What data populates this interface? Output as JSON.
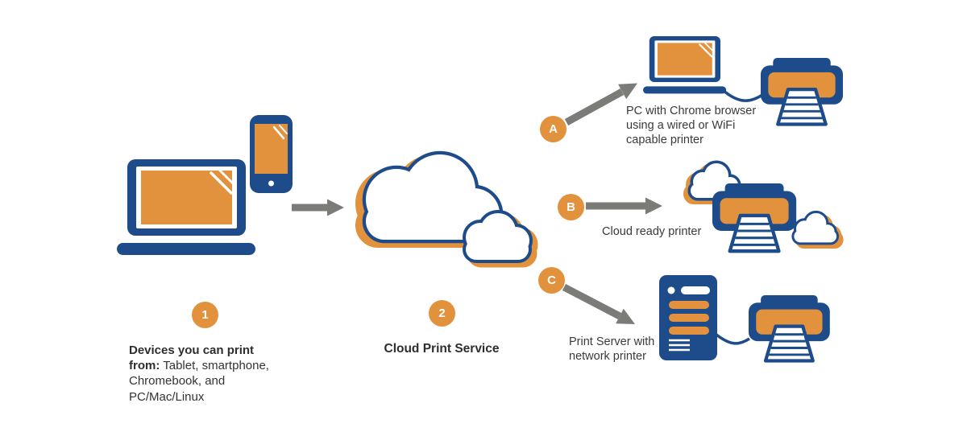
{
  "colors": {
    "orange": "#E2913D",
    "blue": "#1E4C8A",
    "arrow_gray": "#7B7B78",
    "text": "#3A3A3A",
    "background": "#FFFFFF"
  },
  "stage": {
    "source": {
      "badge": "1",
      "caption_bold": "Devices you can print from:",
      "caption_rest": "Tablet, smartphone, Chromebook, and PC/Mac/Linux"
    },
    "service": {
      "badge": "2",
      "caption": "Cloud Print Service"
    }
  },
  "branches": {
    "a": {
      "badge": "A",
      "caption": "PC with Chrome browser using a wired or WiFi capable printer"
    },
    "b": {
      "badge": "B",
      "caption": "Cloud ready printer"
    },
    "c": {
      "badge": "C",
      "caption": "Print Server with network printer"
    }
  },
  "icons": {
    "source_devices": [
      "laptop-icon",
      "smartphone-icon"
    ],
    "service": [
      "cloud-icon",
      "cloud-icon-small"
    ],
    "branch_a": [
      "laptop-icon",
      "printer-icon",
      "cable"
    ],
    "branch_b": [
      "cloud-icon-small",
      "printer-icon",
      "cloud-icon-small"
    ],
    "branch_c": [
      "server-icon",
      "printer-icon",
      "cable"
    ],
    "connectors": [
      "arrow-right-icon",
      "arrow-up-right-icon",
      "arrow-right-icon",
      "arrow-down-right-icon"
    ]
  }
}
